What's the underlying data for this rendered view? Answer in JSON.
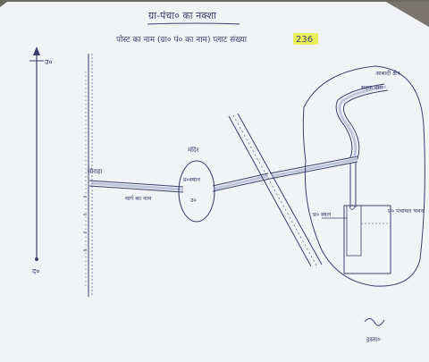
{
  "map": {
    "title": "ग्रा-पंचा० का नक्शा",
    "subtitle": "पोस्ट का नाम  (ग्रा० पं० का नाम)  प्लाट संख्या",
    "plot_number": "236",
    "north_label": "उ०",
    "south_label": "द०",
    "labels": {
      "junction_left": "चौराहा",
      "road_left": "मार्ग का नाम",
      "circle_top": "मंदिर",
      "circle_mid": "प्र०स्थान",
      "circle_bottom": "उ०",
      "road_top_right": "सड़क मार्ग",
      "region_top": "आबादी क्षेत्र",
      "plot_left": "प्र० स्थल",
      "plot_right": "प्र० पंचायत भवन",
      "signature": "हस्ता०"
    },
    "colors": {
      "paper": "#f2f3f7",
      "ink": "#3a3f6b",
      "highlight": "#e9ee3c"
    }
  }
}
